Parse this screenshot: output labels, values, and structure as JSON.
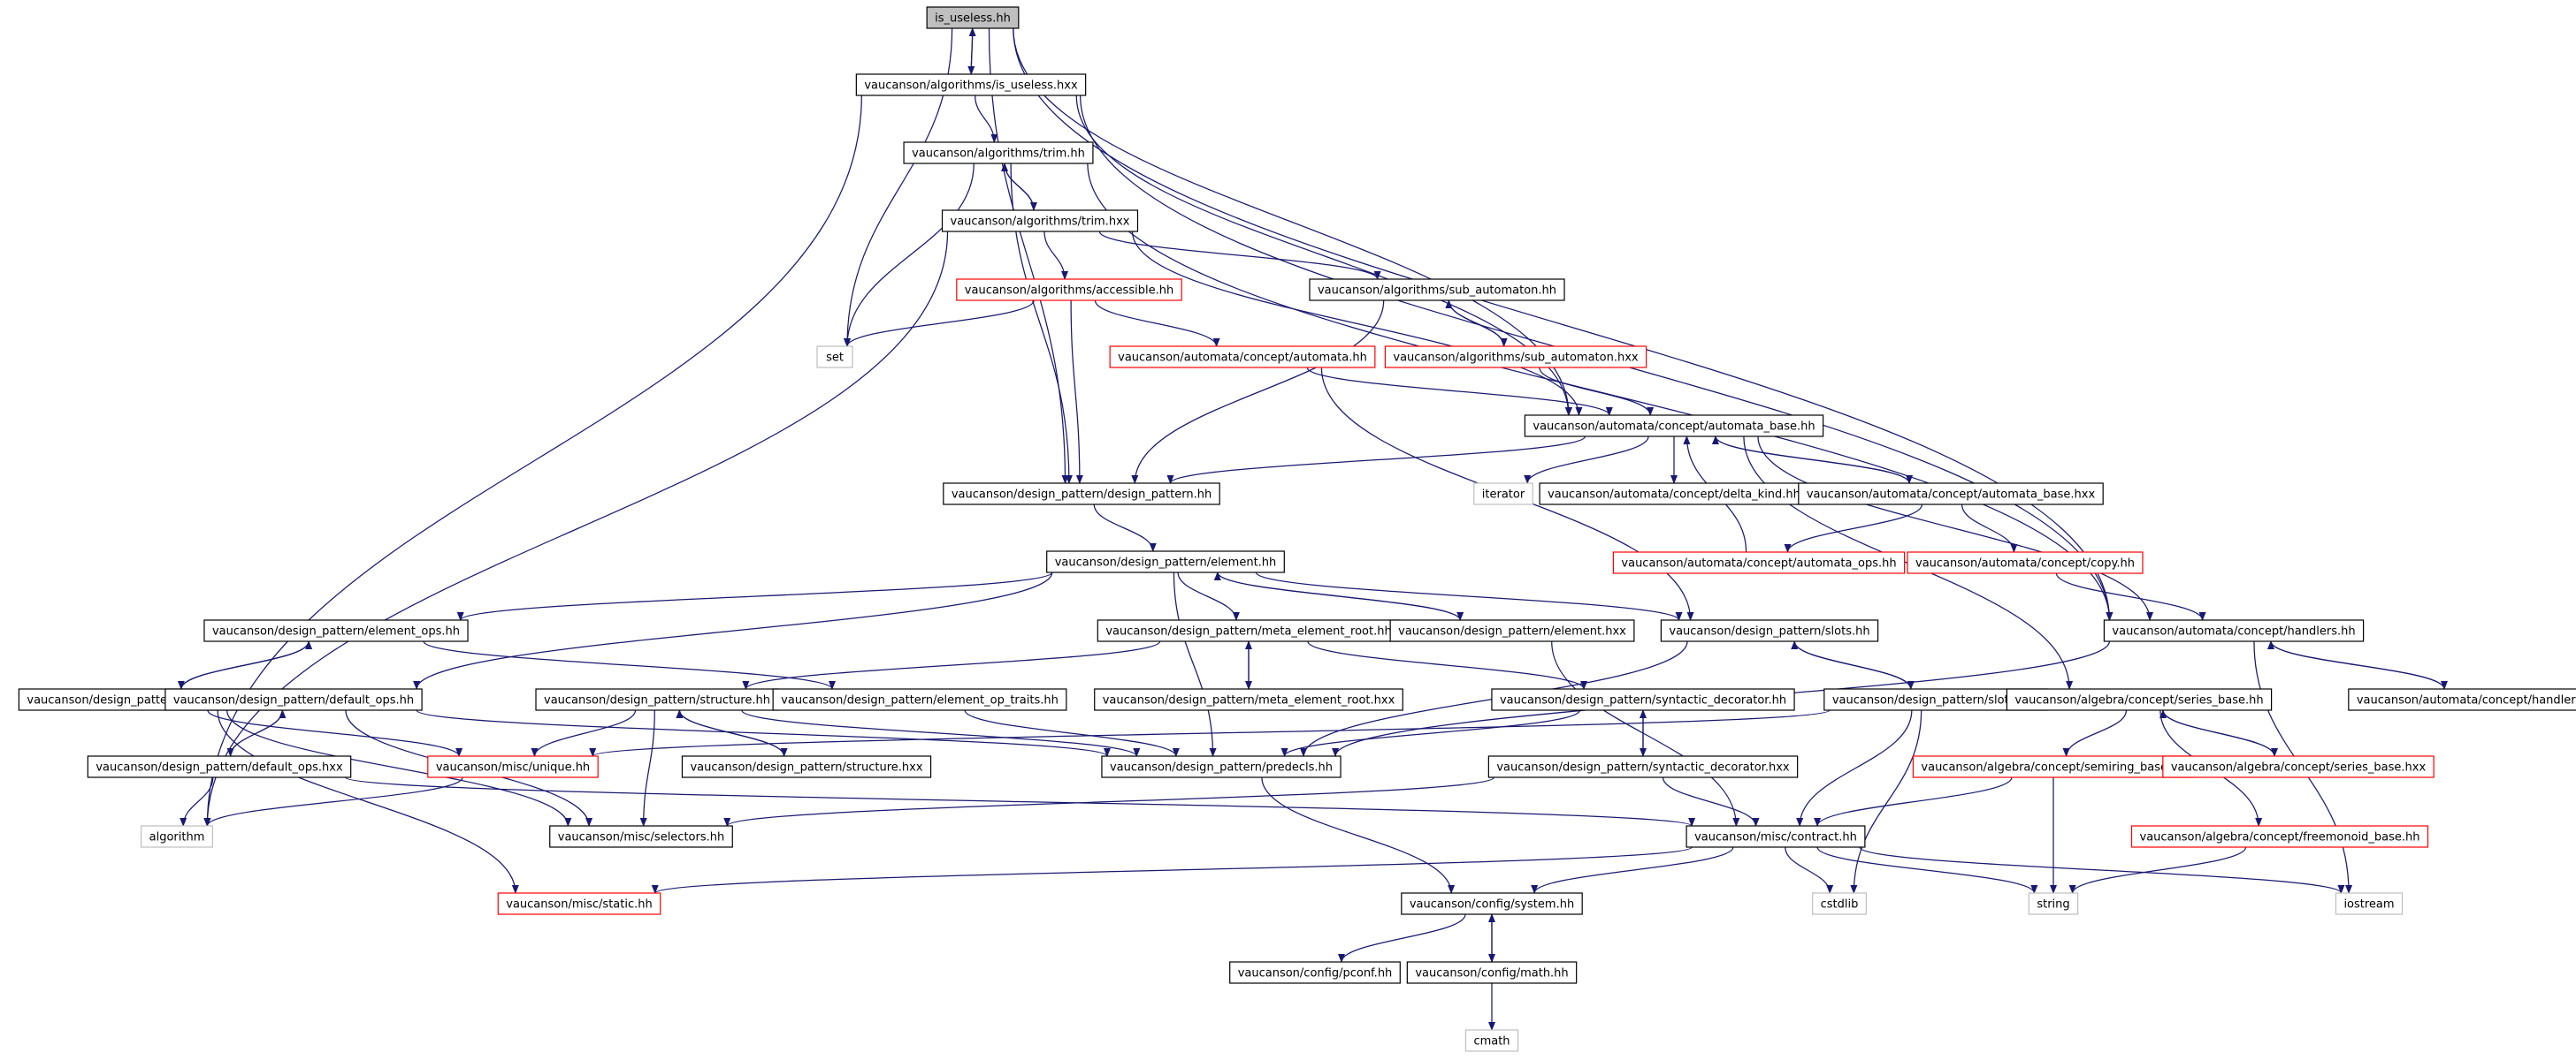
{
  "graph": {
    "colors": {
      "edge": "#191970",
      "border_normal": "#000000",
      "border_truncated": "#ff0000",
      "border_external": "#bfbfbf",
      "root_fill": "#bfbfbf",
      "fill": "#ffffff"
    },
    "nodes": [
      {
        "id": "n0",
        "label": "is_useless.hh",
        "kind": "root"
      },
      {
        "id": "n1",
        "label": "vaucanson/algorithms/is_useless.hxx",
        "kind": "normal"
      },
      {
        "id": "n2",
        "label": "vaucanson/algorithms/trim.hh",
        "kind": "normal"
      },
      {
        "id": "n3",
        "label": "vaucanson/algorithms/trim.hxx",
        "kind": "normal"
      },
      {
        "id": "n4",
        "label": "vaucanson/algorithms/accessible.hh",
        "kind": "truncated"
      },
      {
        "id": "n5",
        "label": "set",
        "kind": "external"
      },
      {
        "id": "n6",
        "label": "vaucanson/algorithms/sub_automaton.hh",
        "kind": "normal"
      },
      {
        "id": "n7",
        "label": "vaucanson/automata/concept/automata.hh",
        "kind": "truncated"
      },
      {
        "id": "n8",
        "label": "vaucanson/algorithms/sub_automaton.hxx",
        "kind": "truncated"
      },
      {
        "id": "n9",
        "label": "vaucanson/automata/concept/automata_base.hh",
        "kind": "normal"
      },
      {
        "id": "n10",
        "label": "vaucanson/design_pattern/design_pattern.hh",
        "kind": "normal"
      },
      {
        "id": "n11",
        "label": "iterator",
        "kind": "external"
      },
      {
        "id": "n12",
        "label": "vaucanson/automata/concept/delta_kind.hh",
        "kind": "normal"
      },
      {
        "id": "n13",
        "label": "vaucanson/automata/concept/automata_base.hxx",
        "kind": "normal"
      },
      {
        "id": "n14",
        "label": "vaucanson/automata/concept/automata_ops.hh",
        "kind": "truncated"
      },
      {
        "id": "n15",
        "label": "vaucanson/automata/concept/copy.hh",
        "kind": "truncated"
      },
      {
        "id": "n16",
        "label": "vaucanson/design_pattern/element.hh",
        "kind": "normal"
      },
      {
        "id": "n17",
        "label": "vaucanson/design_pattern/element_ops.hh",
        "kind": "normal"
      },
      {
        "id": "n18",
        "label": "vaucanson/design_pattern/meta_element_root.hh",
        "kind": "normal"
      },
      {
        "id": "n19",
        "label": "vaucanson/design_pattern/element.hxx",
        "kind": "normal"
      },
      {
        "id": "n20",
        "label": "vaucanson/design_pattern/slots.hh",
        "kind": "normal"
      },
      {
        "id": "n21",
        "label": "vaucanson/automata/concept/handlers.hh",
        "kind": "normal"
      },
      {
        "id": "n22",
        "label": "vaucanson/design_pattern/element_ops.hxx",
        "kind": "normal"
      },
      {
        "id": "n23",
        "label": "vaucanson/design_pattern/default_ops.hh",
        "kind": "normal"
      },
      {
        "id": "n24",
        "label": "vaucanson/design_pattern/structure.hh",
        "kind": "normal"
      },
      {
        "id": "n25",
        "label": "vaucanson/design_pattern/element_op_traits.hh",
        "kind": "normal"
      },
      {
        "id": "n26",
        "label": "vaucanson/design_pattern/meta_element_root.hxx",
        "kind": "normal"
      },
      {
        "id": "n27",
        "label": "vaucanson/design_pattern/syntactic_decorator.hh",
        "kind": "normal"
      },
      {
        "id": "n28",
        "label": "vaucanson/design_pattern/slots.hxx",
        "kind": "normal"
      },
      {
        "id": "n29",
        "label": "vaucanson/algebra/concept/series_base.hh",
        "kind": "normal"
      },
      {
        "id": "n30",
        "label": "vaucanson/automata/concept/handlers.hxx",
        "kind": "normal"
      },
      {
        "id": "n31",
        "label": "vaucanson/design_pattern/default_ops.hxx",
        "kind": "normal"
      },
      {
        "id": "n32",
        "label": "vaucanson/misc/unique.hh",
        "kind": "truncated"
      },
      {
        "id": "n33",
        "label": "vaucanson/design_pattern/structure.hxx",
        "kind": "normal"
      },
      {
        "id": "n34",
        "label": "vaucanson/design_pattern/predecls.hh",
        "kind": "normal"
      },
      {
        "id": "n35",
        "label": "vaucanson/design_pattern/syntactic_decorator.hxx",
        "kind": "normal"
      },
      {
        "id": "n36",
        "label": "vaucanson/algebra/concept/semiring_base.hh",
        "kind": "truncated"
      },
      {
        "id": "n37",
        "label": "vaucanson/algebra/concept/series_base.hxx",
        "kind": "truncated"
      },
      {
        "id": "n38",
        "label": "algorithm",
        "kind": "external"
      },
      {
        "id": "n39",
        "label": "vaucanson/misc/selectors.hh",
        "kind": "normal"
      },
      {
        "id": "n40",
        "label": "vaucanson/misc/contract.hh",
        "kind": "normal"
      },
      {
        "id": "n41",
        "label": "vaucanson/algebra/concept/freemonoid_base.hh",
        "kind": "truncated"
      },
      {
        "id": "n42",
        "label": "vaucanson/misc/static.hh",
        "kind": "truncated"
      },
      {
        "id": "n43",
        "label": "vaucanson/config/system.hh",
        "kind": "normal"
      },
      {
        "id": "n44",
        "label": "cstdlib",
        "kind": "external"
      },
      {
        "id": "n45",
        "label": "string",
        "kind": "external"
      },
      {
        "id": "n46",
        "label": "iostream",
        "kind": "external"
      },
      {
        "id": "n47",
        "label": "vaucanson/config/pconf.hh",
        "kind": "normal"
      },
      {
        "id": "n48",
        "label": "vaucanson/config/math.hh",
        "kind": "normal"
      },
      {
        "id": "n49",
        "label": "cmath",
        "kind": "external"
      }
    ],
    "edges": [
      [
        "n0",
        "n1"
      ],
      [
        "n0",
        "n5"
      ],
      [
        "n0",
        "n9"
      ],
      [
        "n0",
        "n10"
      ],
      [
        "n0",
        "n21"
      ],
      [
        "n1",
        "n0"
      ],
      [
        "n1",
        "n2"
      ],
      [
        "n1",
        "n9"
      ],
      [
        "n1",
        "n21"
      ],
      [
        "n1",
        "n38"
      ],
      [
        "n2",
        "n3"
      ],
      [
        "n2",
        "n5"
      ],
      [
        "n2",
        "n10"
      ],
      [
        "n2",
        "n21"
      ],
      [
        "n3",
        "n2"
      ],
      [
        "n3",
        "n4"
      ],
      [
        "n3",
        "n6"
      ],
      [
        "n3",
        "n9"
      ],
      [
        "n3",
        "n38"
      ],
      [
        "n4",
        "n5"
      ],
      [
        "n4",
        "n7"
      ],
      [
        "n4",
        "n10"
      ],
      [
        "n6",
        "n8"
      ],
      [
        "n6",
        "n10"
      ],
      [
        "n7",
        "n9"
      ],
      [
        "n7",
        "n20"
      ],
      [
        "n8",
        "n6"
      ],
      [
        "n8",
        "n9"
      ],
      [
        "n9",
        "n10"
      ],
      [
        "n9",
        "n11"
      ],
      [
        "n9",
        "n12"
      ],
      [
        "n9",
        "n13"
      ],
      [
        "n9",
        "n21"
      ],
      [
        "n9",
        "n29"
      ],
      [
        "n10",
        "n16"
      ],
      [
        "n13",
        "n9"
      ],
      [
        "n13",
        "n14"
      ],
      [
        "n13",
        "n15"
      ],
      [
        "n14",
        "n9"
      ],
      [
        "n15",
        "n21"
      ],
      [
        "n16",
        "n17"
      ],
      [
        "n16",
        "n18"
      ],
      [
        "n16",
        "n19"
      ],
      [
        "n16",
        "n20"
      ],
      [
        "n16",
        "n23"
      ],
      [
        "n16",
        "n34"
      ],
      [
        "n17",
        "n22"
      ],
      [
        "n17",
        "n25"
      ],
      [
        "n18",
        "n24"
      ],
      [
        "n18",
        "n26"
      ],
      [
        "n18",
        "n27"
      ],
      [
        "n19",
        "n16"
      ],
      [
        "n19",
        "n40"
      ],
      [
        "n20",
        "n28"
      ],
      [
        "n20",
        "n34"
      ],
      [
        "n21",
        "n30"
      ],
      [
        "n21",
        "n34"
      ],
      [
        "n21",
        "n46"
      ],
      [
        "n22",
        "n17"
      ],
      [
        "n22",
        "n32"
      ],
      [
        "n22",
        "n39"
      ],
      [
        "n22",
        "n42"
      ],
      [
        "n23",
        "n31"
      ],
      [
        "n23",
        "n34"
      ],
      [
        "n23",
        "n39"
      ],
      [
        "n24",
        "n32"
      ],
      [
        "n24",
        "n33"
      ],
      [
        "n24",
        "n34"
      ],
      [
        "n24",
        "n39"
      ],
      [
        "n25",
        "n34"
      ],
      [
        "n26",
        "n18"
      ],
      [
        "n27",
        "n34"
      ],
      [
        "n27",
        "n35"
      ],
      [
        "n28",
        "n20"
      ],
      [
        "n28",
        "n32"
      ],
      [
        "n28",
        "n40"
      ],
      [
        "n28",
        "n44"
      ],
      [
        "n29",
        "n36"
      ],
      [
        "n29",
        "n37"
      ],
      [
        "n29",
        "n41"
      ],
      [
        "n30",
        "n21"
      ],
      [
        "n31",
        "n23"
      ],
      [
        "n31",
        "n38"
      ],
      [
        "n31",
        "n40"
      ],
      [
        "n32",
        "n38"
      ],
      [
        "n33",
        "n24"
      ],
      [
        "n34",
        "n43"
      ],
      [
        "n35",
        "n27"
      ],
      [
        "n35",
        "n39"
      ],
      [
        "n35",
        "n40"
      ],
      [
        "n36",
        "n40"
      ],
      [
        "n36",
        "n45"
      ],
      [
        "n37",
        "n29"
      ],
      [
        "n40",
        "n42"
      ],
      [
        "n40",
        "n43"
      ],
      [
        "n40",
        "n44"
      ],
      [
        "n40",
        "n45"
      ],
      [
        "n40",
        "n46"
      ],
      [
        "n41",
        "n45"
      ],
      [
        "n43",
        "n47"
      ],
      [
        "n43",
        "n48"
      ],
      [
        "n48",
        "n43"
      ],
      [
        "n48",
        "n49"
      ]
    ]
  }
}
